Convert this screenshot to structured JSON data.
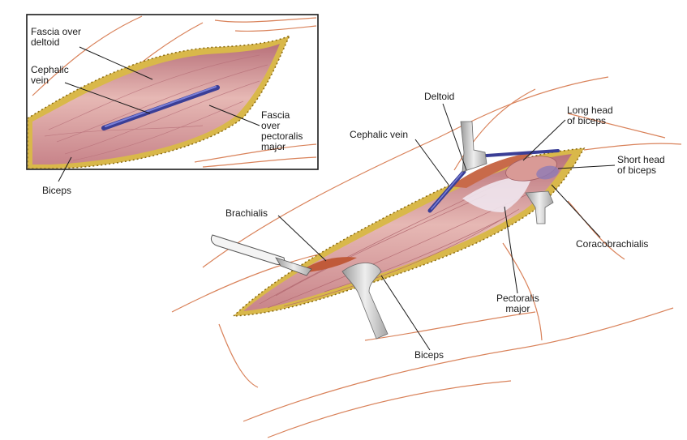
{
  "colors": {
    "skin": "#d9825a",
    "fat": "#d9b84a",
    "fat_dots": "#8a6a10",
    "muscle": "#d8a3a3",
    "muscle_dark": "#b8717a",
    "vein": "#4a4fb0",
    "retractor": "#c7c7c7",
    "leader": "#1a1a1a"
  },
  "inset": {
    "labels": {
      "fascia_deltoid": [
        "Fascia over",
        "deltoid"
      ],
      "cephalic_vein": [
        "Cephalic",
        "vein"
      ],
      "fascia_pectoralis": [
        "Fascia",
        "over",
        "pectoralis",
        "major"
      ],
      "biceps": [
        "Biceps"
      ]
    }
  },
  "main": {
    "labels": {
      "deltoid": [
        "Deltoid"
      ],
      "cephalic_vein": [
        "Cephalic vein"
      ],
      "long_head": [
        "Long head",
        "of biceps"
      ],
      "short_head": [
        "Short head",
        "of biceps"
      ],
      "brachialis": [
        "Brachialis"
      ],
      "coracobrachialis": [
        "Coracobrachialis"
      ],
      "pectoralis": [
        "Pectoralis",
        "major"
      ],
      "biceps": [
        "Biceps"
      ]
    }
  }
}
